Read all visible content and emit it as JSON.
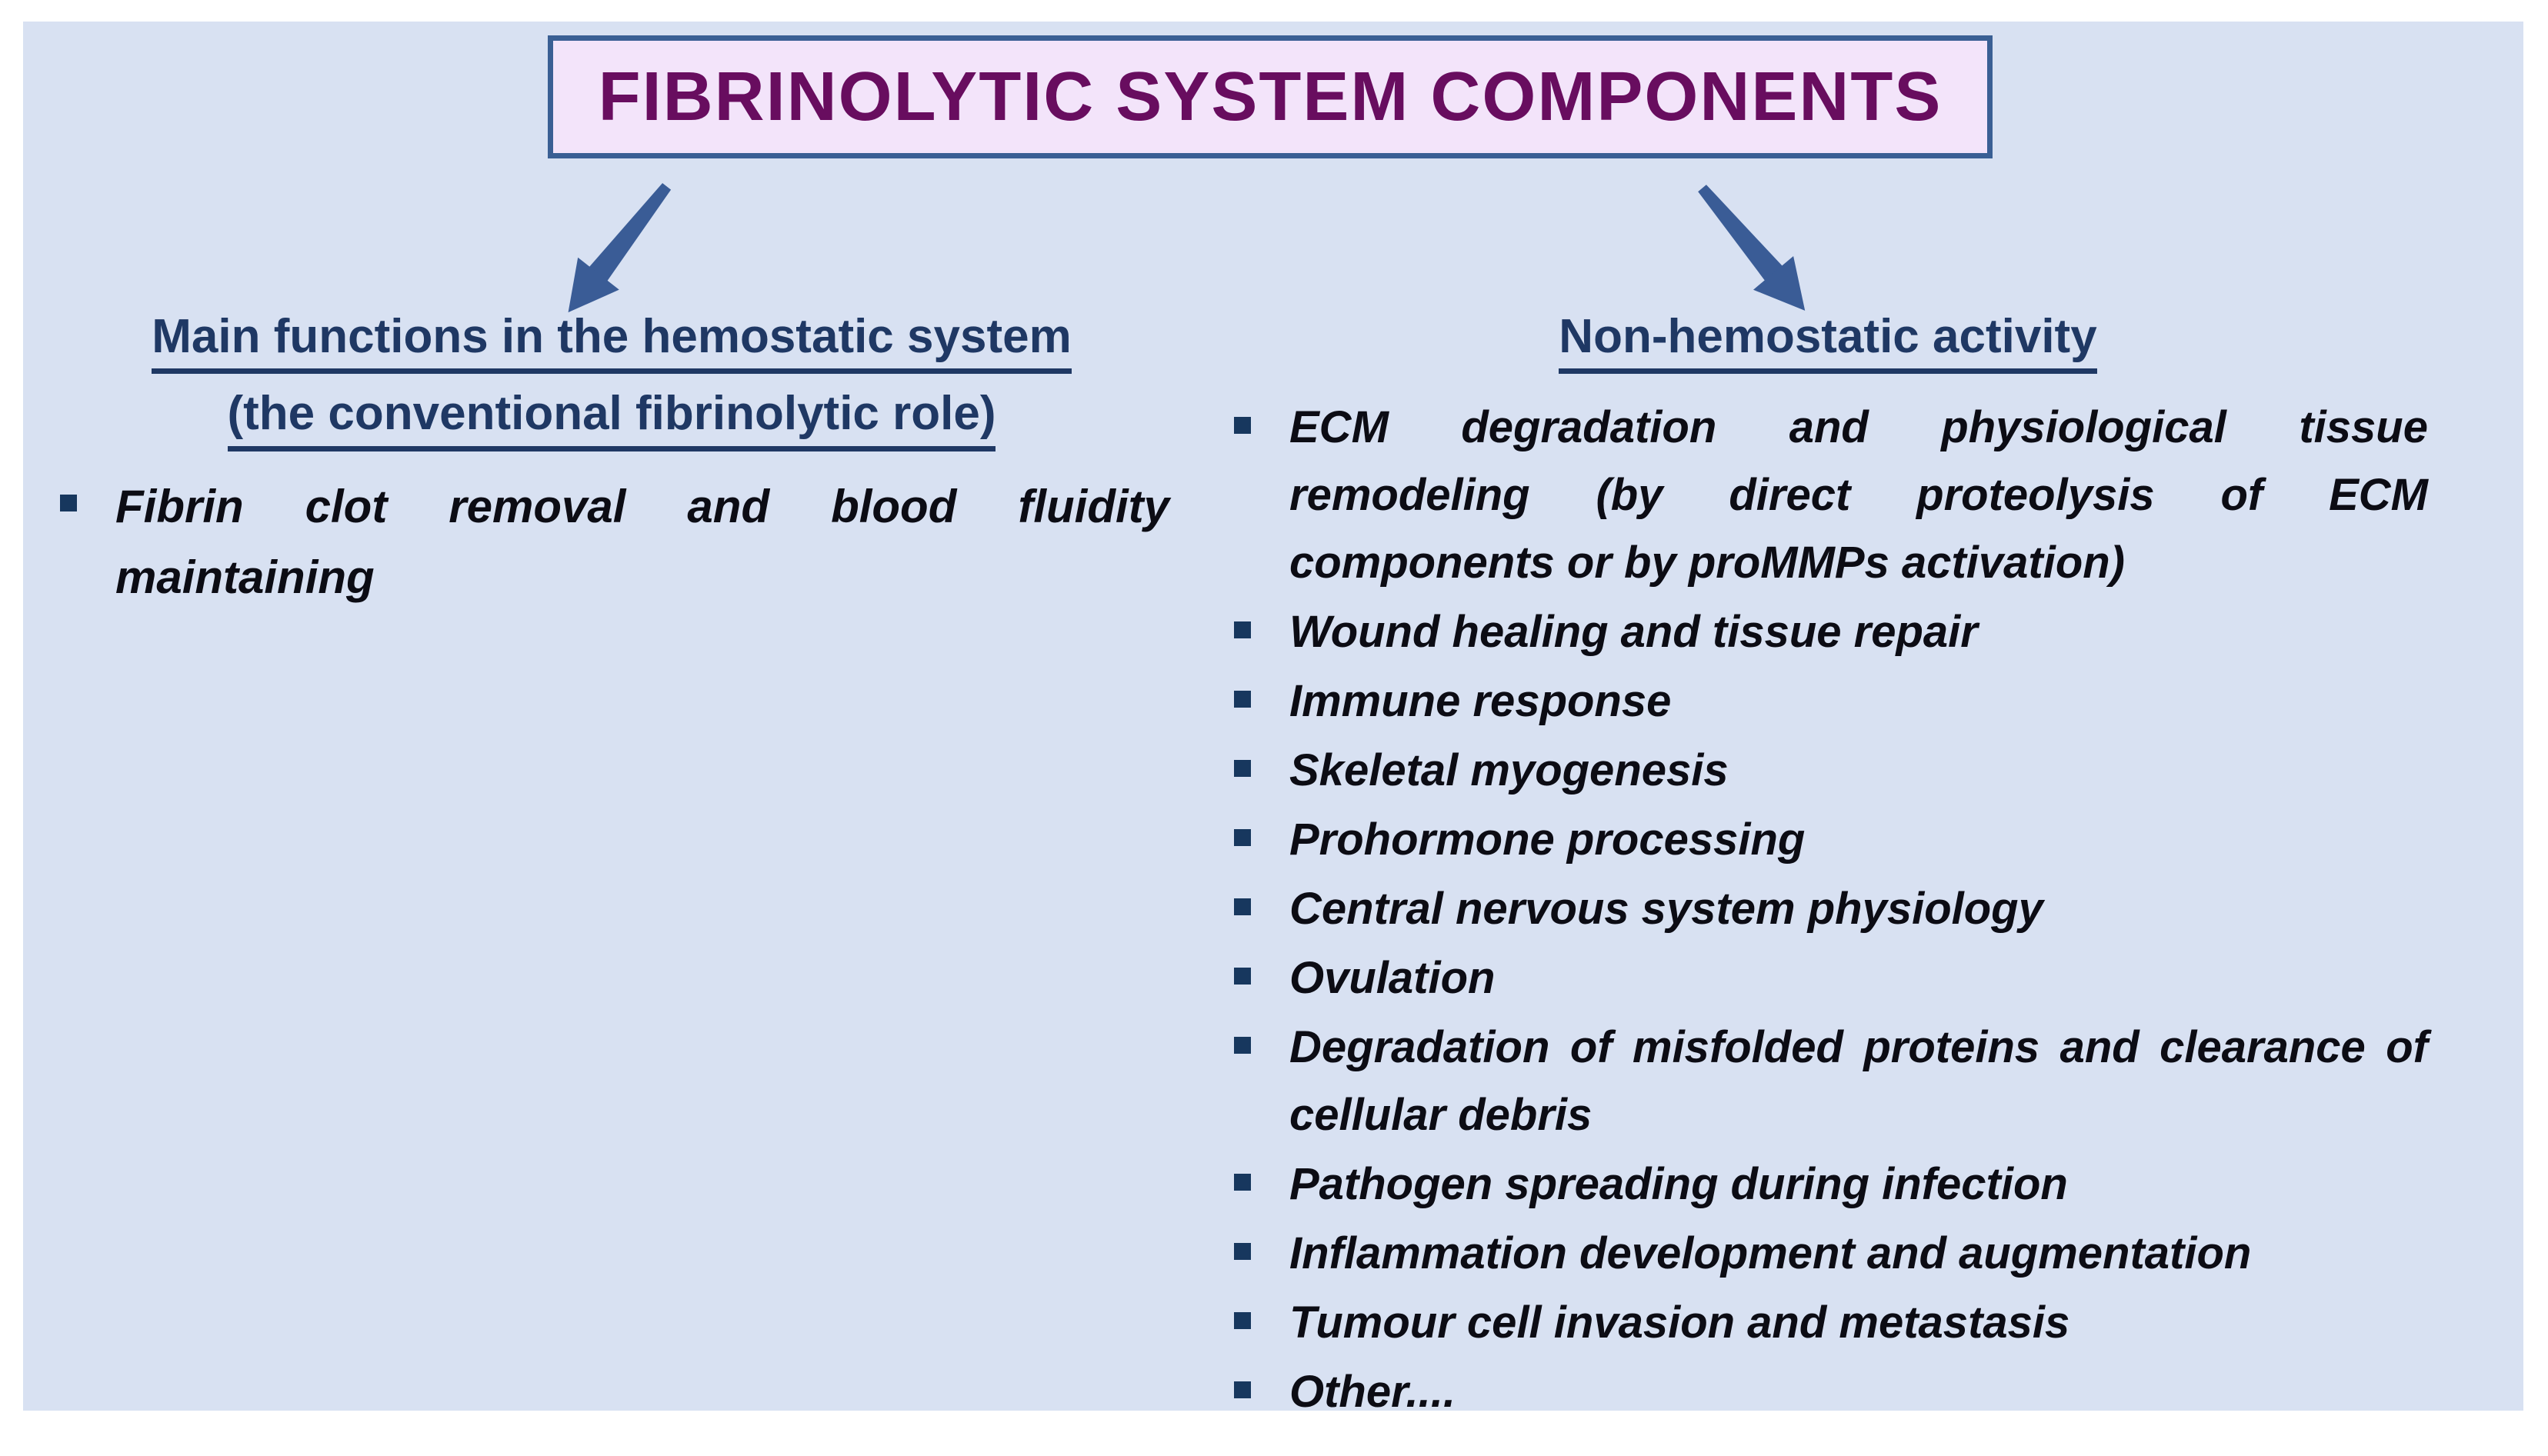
{
  "title": {
    "text": "FIBRINOLYTIC SYSTEM COMPONENTS"
  },
  "left_column": {
    "heading_line1": "Main functions in the hemostatic system",
    "heading_line2": "(the conventional fibrinolytic role)",
    "bullets": [
      "Fibrin clot removal and blood fluidity maintaining"
    ]
  },
  "right_column": {
    "heading": "Non-hemostatic activity",
    "bullets": [
      "ECM degradation and physiological tissue remodeling (by direct proteolysis of ECM components or by proMMPs activation)",
      "Wound healing and tissue repair",
      "Immune response",
      "Skeletal myogenesis",
      "Prohormone processing",
      "Central nervous system physiology",
      "Ovulation",
      "Degradation of misfolded proteins and clearance of cellular debris",
      "Pathogen spreading during infection",
      "Inflammation development and augmentation",
      "Tumour cell invasion and metastasis",
      "Other...."
    ]
  },
  "icons": {
    "left_arrow": "thick-arrow-down-left",
    "right_arrow": "thick-arrow-down-right",
    "bullet": "small-navy-square"
  },
  "colors": {
    "canvas_margin": "#ffffff",
    "panel_background": "#d8e1f2",
    "title_background": "#f3e4fa",
    "title_border": "#3a5f94",
    "title_text": "#680d5f",
    "heading_text": "#1f3864",
    "arrow": "#3a5c96",
    "bullet_text": "#0c0c14",
    "bullet_square": "#17375e"
  }
}
